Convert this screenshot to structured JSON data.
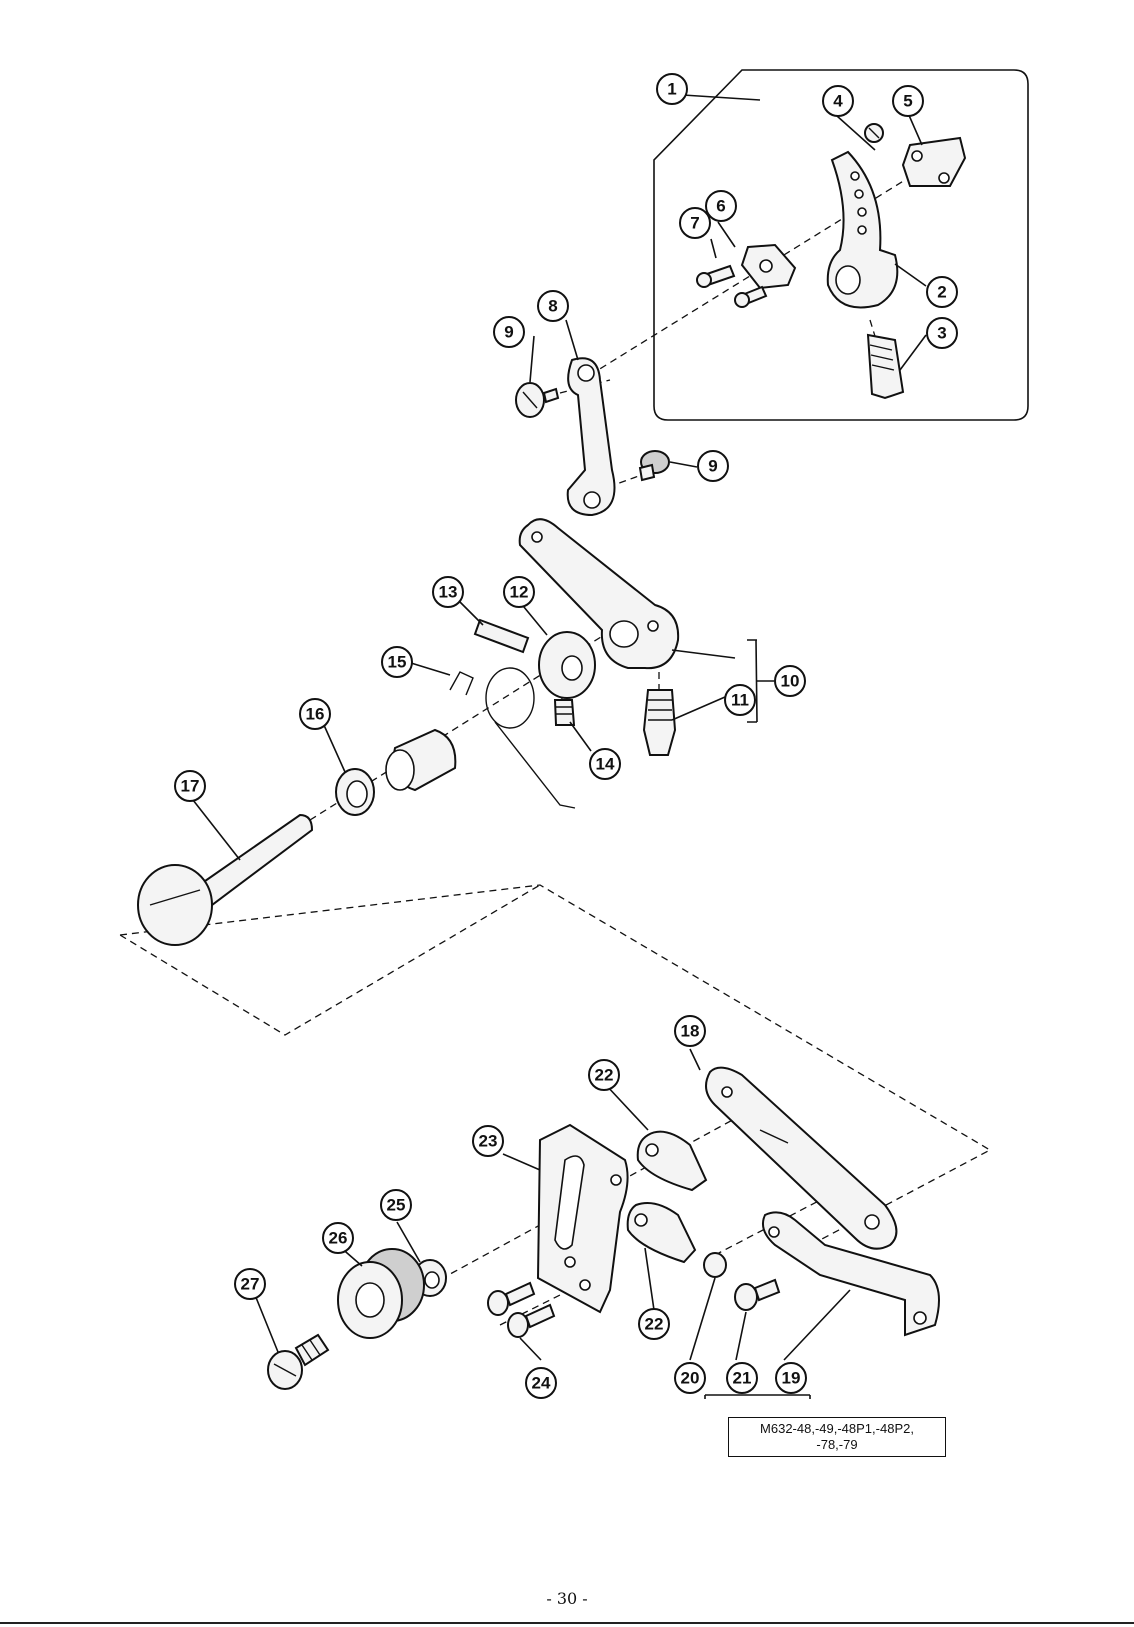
{
  "callouts": [
    "1",
    "2",
    "3",
    "4",
    "5",
    "6",
    "7",
    "8",
    "9",
    "10",
    "11",
    "12",
    "13",
    "14",
    "15",
    "16",
    "17",
    "18",
    "19",
    "20",
    "21",
    "22",
    "23",
    "24",
    "25",
    "26",
    "27"
  ],
  "model_note": {
    "line1": "M632-48,-49,-48P1,-48P2,",
    "line2": "-78,-79"
  },
  "page_number": "- 30 -"
}
